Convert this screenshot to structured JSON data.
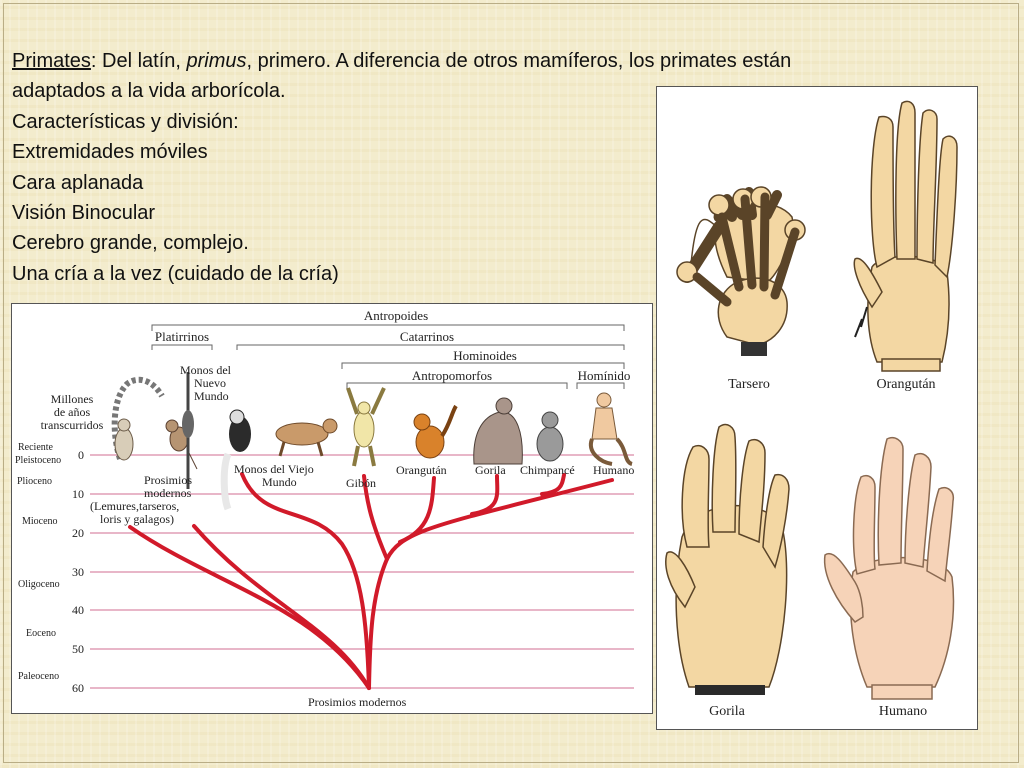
{
  "slide": {
    "term": "Primates",
    "intro_before": ": Del latín, ",
    "intro_italic": "primus",
    "intro_after": ", primero. A diferencia de otros mamíferos, los primates están",
    "intro_line2": "adaptados a la vida arborícola.",
    "list_heading": "Características y división:",
    "items": [
      "Extremidades móviles",
      "Cara aplanada",
      "Visión Binocular",
      "Cerebro grande, complejo.",
      "Una cría a la vez (cuidado de la cría)"
    ]
  },
  "tree": {
    "groups": {
      "antropoides": "Antropoides",
      "platirrinos": "Platirrinos",
      "catarrinos": "Catarrinos",
      "hominoides": "Hominoides",
      "antropomorfos": "Antropomorfos",
      "hominido": "Homínido"
    },
    "axis_title": [
      "Millones",
      "de años",
      "transcurridos"
    ],
    "epochs": [
      "Reciente",
      "Pleistoceno",
      "Plioceno",
      "Mioceno",
      "Oligoceno",
      "Eoceno",
      "Paleoceno"
    ],
    "ticks": [
      "0",
      "10",
      "20",
      "30",
      "40",
      "50",
      "60"
    ],
    "taxa": {
      "prosimios_top": [
        "Prosimios",
        "modernos",
        "(Lemures,tarseros,",
        "loris y galagos)"
      ],
      "nuevo_mundo": [
        "Monos del",
        "Nuevo",
        "Mundo"
      ],
      "viejo_mundo": [
        "Monos del Viejo",
        "Mundo"
      ],
      "gibon": "Gibón",
      "orangutan": "Orangután",
      "gorila": "Gorila",
      "chimpance": "Chimpancé",
      "humano": "Humano",
      "root": "Prosimios modernos"
    },
    "colors": {
      "branch": "#d11a2a",
      "gridline": "#d98aa6"
    }
  },
  "hands": {
    "labels": [
      "Tarsero",
      "Orangután",
      "Gorila",
      "Humano"
    ],
    "skin": "#f3d7a3",
    "human_skin": "#f6d3b8"
  }
}
